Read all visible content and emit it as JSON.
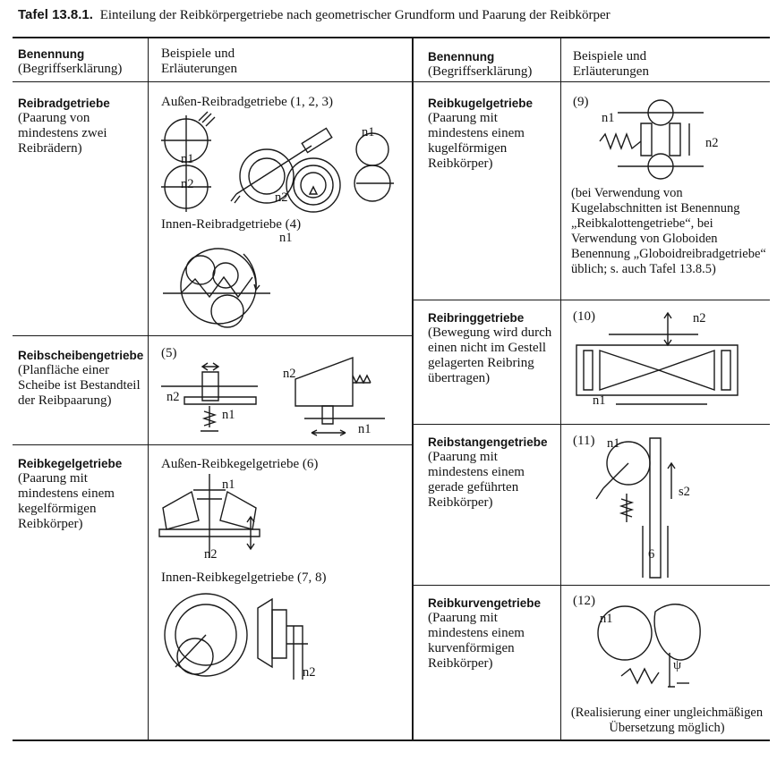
{
  "caption": {
    "number": "Tafel 13.8.1.",
    "title": "Einteilung der Reibkörpergetriebe nach geometrischer Grundform und Paarung der Reibkörper"
  },
  "headers": {
    "col_name": "Benennung",
    "col_name_sub": "(Begriffserklärung)",
    "col_examples": "Beispiele und",
    "col_examples_sub": "Erläuterungen"
  },
  "rows_left": [
    {
      "name": "Reibradgetriebe",
      "description": "(Paarung von mindestens zwei Reibrädern)",
      "examples": [
        {
          "label": "Außen-Reibradgetriebe (1, 2, 3)"
        },
        {
          "label": "Innen-Reibradgetriebe (4)"
        }
      ]
    },
    {
      "name": "Reibscheibengetriebe",
      "description": "(Planfläche einer Scheibe ist Bestandteil der Reibpaarung)",
      "examples": [
        {
          "label": "(5)"
        }
      ]
    },
    {
      "name": "Reibkegelgetriebe",
      "description": "(Paarung mit mindestens einem kegelförmigen Reibkörper)",
      "examples": [
        {
          "label": "Außen-Reibkegelgetriebe (6)"
        },
        {
          "label": "Innen-Reibkegelgetriebe (7, 8)"
        }
      ]
    }
  ],
  "rows_right": [
    {
      "name": "Reibkugelgetriebe",
      "description": "(Paarung mit mindestens einem kugelförmigen Reibkörper)",
      "example_label": "(9)",
      "note": "(bei Verwendung von Kugelabschnitten ist Benennung „Reibkalottengetriebe“, bei Verwendung von Globoiden Benennung „Globoidreibradgetriebe“ üblich; s. auch Tafel 13.8.5)"
    },
    {
      "name": "Reibringgetriebe",
      "description": "(Bewegung wird durch einen nicht im Gestell gelagerten Reibring übertragen)",
      "example_label": "(10)"
    },
    {
      "name": "Reibstangengetriebe",
      "description": "(Paarung mit mindestens einem gerade geführten Reibkörper)",
      "example_label": "(11)"
    },
    {
      "name": "Reibkurvengetriebe",
      "description": "(Paarung mit mindestens einem kurvenförmigen Reibkörper)",
      "example_label": "(12)",
      "note": "(Realisierung einer ungleichmäßigen Übersetzung möglich)"
    }
  ],
  "figure_marks": {
    "n1": "n1",
    "n2": "n2",
    "s2": "s2",
    "six": "6",
    "psi": "ψ"
  }
}
